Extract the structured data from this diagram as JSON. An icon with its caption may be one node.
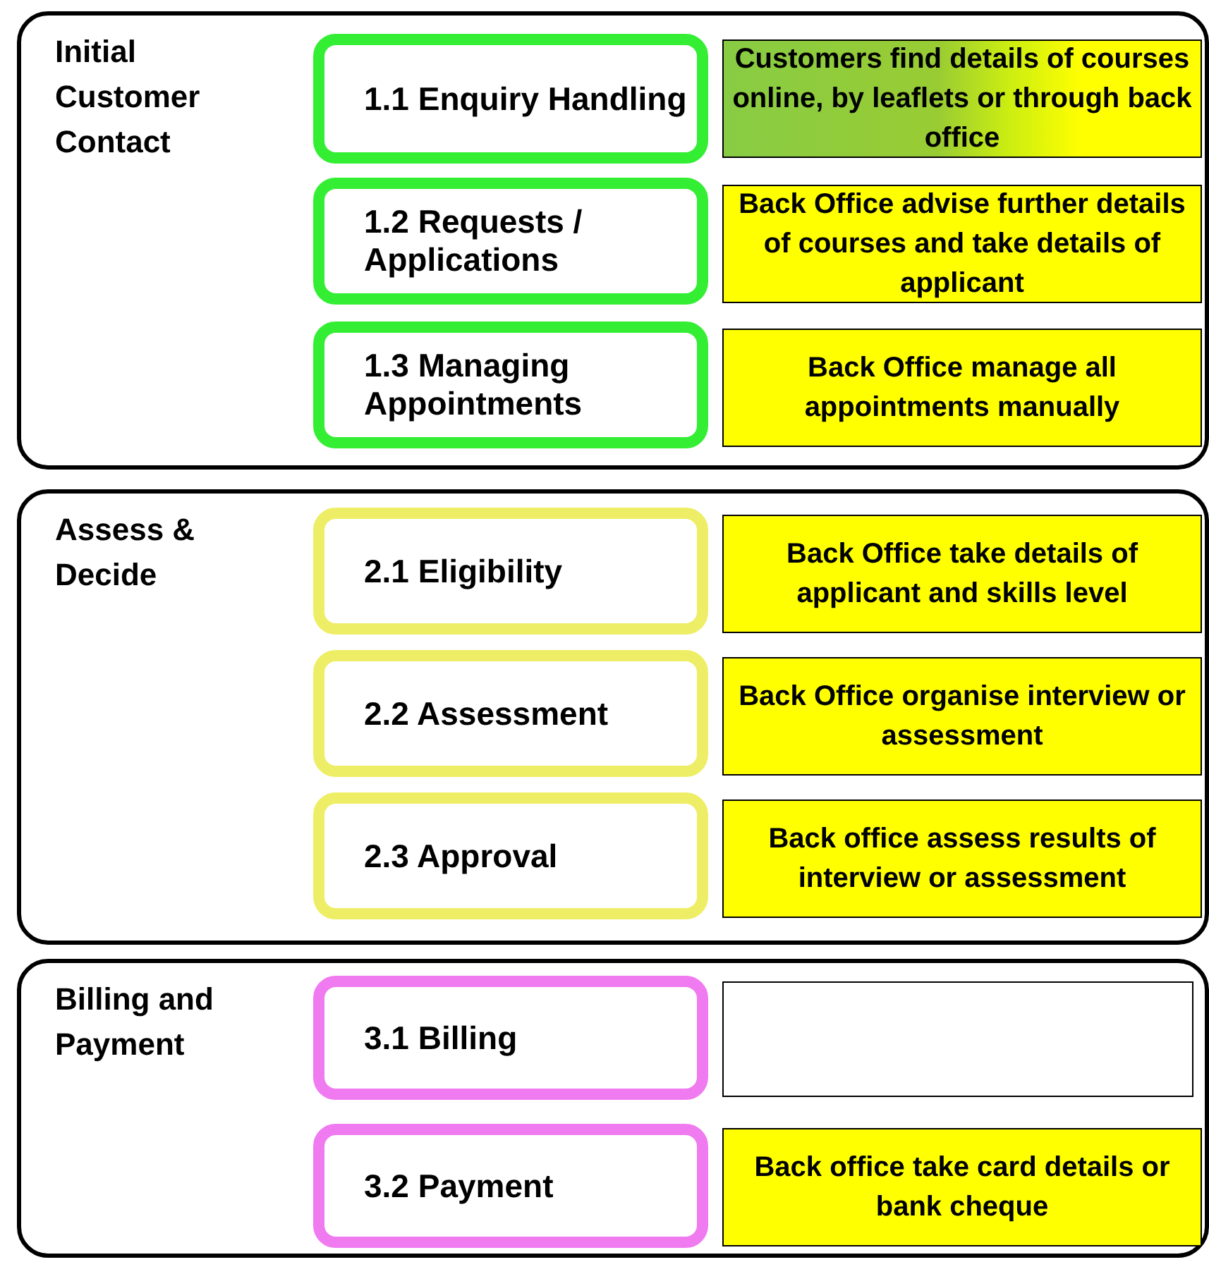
{
  "diagram": {
    "nodes": [
      {
        "text": [
          "Initial Customer Contact"
        ]
      },
      {
        "text": [
          "1.1 Enquiry Handling"
        ],
        "in": 0
      },
      {
        "text": [
          "Customers find details of courses online, by leaflets or through back office"
        ],
        "in": 0
      },
      {
        "text": [
          "1.2 Requests / Applications"
        ],
        "in": 0
      },
      {
        "text": [
          "Back Office advise further details of courses and take details of applicant"
        ],
        "in": 0
      },
      {
        "text": [
          "1.3 Managing Appointments"
        ],
        "in": 0
      },
      {
        "text": [
          "Back Office manage all appointments manually"
        ],
        "in": 0
      },
      {
        "text": [
          "Assess & Decide"
        ]
      },
      {
        "text": [
          "2.1 Eligibility"
        ],
        "in": 7
      },
      {
        "text": [
          "Back Office take details of applicant and skills level"
        ],
        "in": 7
      },
      {
        "text": [
          "2.2 Assessment"
        ],
        "in": 7
      },
      {
        "text": [
          "Back Office organise interview or assessment"
        ],
        "in": 7
      },
      {
        "text": [
          "2.3 Approval"
        ],
        "in": 7
      },
      {
        "text": [
          "Back office assess results of interview or assessment"
        ],
        "in": 7
      },
      {
        "text": [
          "Billing and Payment"
        ]
      },
      {
        "text": [
          "3.1 Billing"
        ],
        "in": 14
      },
      {
        "text": [],
        "shape": "box",
        "in": 14
      },
      {
        "text": [
          "3.2 Payment"
        ],
        "in": 14
      },
      {
        "text": [
          "Back office take card details or bank cheque"
        ],
        "in": 14
      }
    ]
  }
}
